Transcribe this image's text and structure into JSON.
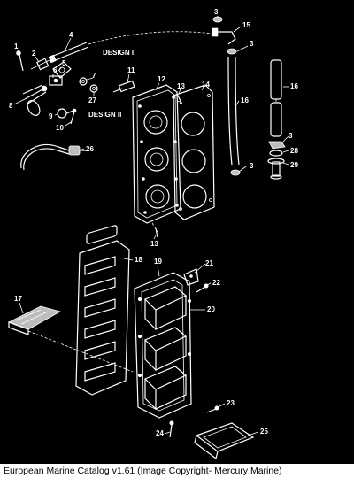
{
  "diagram": {
    "design_labels": [
      "DESIGN I",
      "DESIGN II"
    ],
    "callouts": [
      {
        "id": "c1",
        "text": "1"
      },
      {
        "id": "c2",
        "text": "2"
      },
      {
        "id": "c3a",
        "text": "3"
      },
      {
        "id": "c3b",
        "text": "3"
      },
      {
        "id": "c3c",
        "text": "3"
      },
      {
        "id": "c3d",
        "text": "3"
      },
      {
        "id": "c4",
        "text": "4"
      },
      {
        "id": "c5",
        "text": "5"
      },
      {
        "id": "c6",
        "text": "6"
      },
      {
        "id": "c7",
        "text": "7"
      },
      {
        "id": "c8",
        "text": "8"
      },
      {
        "id": "c9",
        "text": "9"
      },
      {
        "id": "c10",
        "text": "10"
      },
      {
        "id": "c11",
        "text": "11"
      },
      {
        "id": "c12",
        "text": "12"
      },
      {
        "id": "c13a",
        "text": "13"
      },
      {
        "id": "c13b",
        "text": "13"
      },
      {
        "id": "c14",
        "text": "14"
      },
      {
        "id": "c15",
        "text": "15"
      },
      {
        "id": "c16a",
        "text": "16"
      },
      {
        "id": "c16b",
        "text": "16"
      },
      {
        "id": "c17",
        "text": "17"
      },
      {
        "id": "c18",
        "text": "18"
      },
      {
        "id": "c19",
        "text": "19"
      },
      {
        "id": "c20",
        "text": "20"
      },
      {
        "id": "c21",
        "text": "21"
      },
      {
        "id": "c22",
        "text": "22"
      },
      {
        "id": "c23",
        "text": "23"
      },
      {
        "id": "c24",
        "text": "24"
      },
      {
        "id": "c25",
        "text": "25"
      },
      {
        "id": "c26",
        "text": "26"
      },
      {
        "id": "c27",
        "text": "27"
      },
      {
        "id": "c28",
        "text": "28"
      },
      {
        "id": "c29",
        "text": "29"
      }
    ]
  },
  "caption": "European Marine Catalog v1.61 (Image Copyright- Mercury Marine)"
}
